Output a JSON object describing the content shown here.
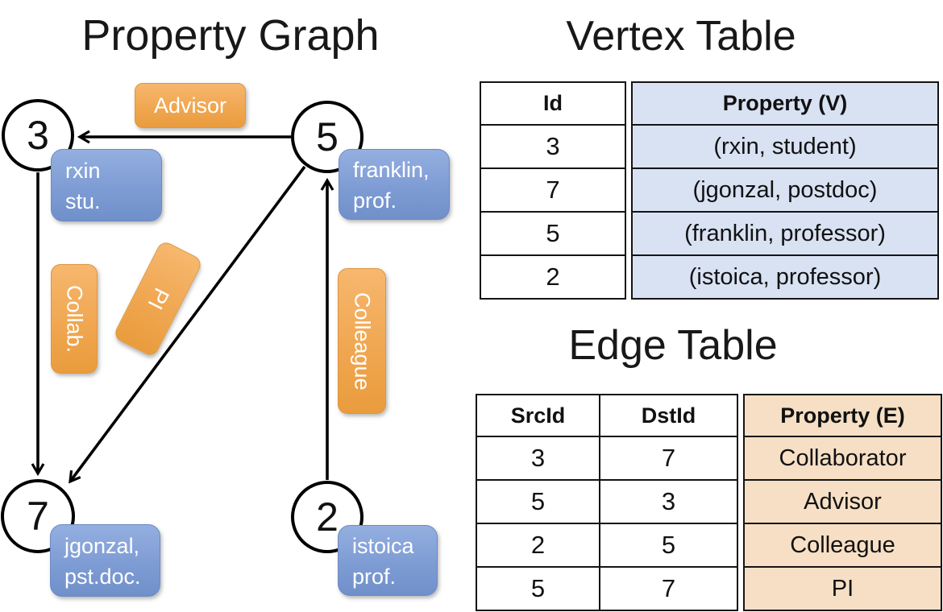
{
  "titles": {
    "graph": "Property Graph",
    "vertex_table": "Vertex Table",
    "edge_table": "Edge Table"
  },
  "colors": {
    "edge_label_orange": "#F0A751",
    "property_box_blue": "#7E9CD4",
    "vertex_column_fill": "#D9E2F3",
    "edge_column_fill": "#F6DFC4",
    "line_black": "#000000"
  },
  "graph": {
    "nodes": [
      {
        "id": "3",
        "property": [
          "rxin",
          "stu."
        ]
      },
      {
        "id": "5",
        "property": [
          "franklin,",
          "prof."
        ]
      },
      {
        "id": "7",
        "property": [
          "jgonzal,",
          "pst.doc."
        ]
      },
      {
        "id": "2",
        "property": [
          "istoica",
          "prof."
        ]
      }
    ],
    "edges": [
      {
        "src": "5",
        "dst": "3",
        "label": "Advisor"
      },
      {
        "src": "3",
        "dst": "7",
        "label": "Collab."
      },
      {
        "src": "5",
        "dst": "7",
        "label": "PI"
      },
      {
        "src": "2",
        "dst": "5",
        "label": "Colleague"
      }
    ]
  },
  "vertex_table": {
    "headers": {
      "id": "Id",
      "property": "Property (V)"
    },
    "rows": [
      {
        "id": "3",
        "property": "(rxin, student)"
      },
      {
        "id": "7",
        "property": "(jgonzal, postdoc)"
      },
      {
        "id": "5",
        "property": "(franklin, professor)"
      },
      {
        "id": "2",
        "property": "(istoica, professor)"
      }
    ]
  },
  "edge_table": {
    "headers": {
      "src": "SrcId",
      "dst": "DstId",
      "property": "Property (E)"
    },
    "rows": [
      {
        "src": "3",
        "dst": "7",
        "property": "Collaborator"
      },
      {
        "src": "5",
        "dst": "3",
        "property": "Advisor"
      },
      {
        "src": "2",
        "dst": "5",
        "property": "Colleague"
      },
      {
        "src": "5",
        "dst": "7",
        "property": "PI"
      }
    ]
  }
}
